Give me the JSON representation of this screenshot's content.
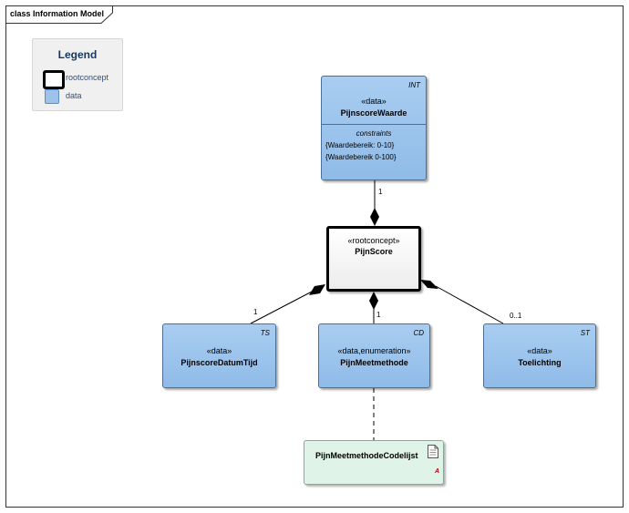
{
  "diagram_title": "class Information Model",
  "legend": {
    "title": "Legend",
    "items": [
      {
        "label": "rootconcept"
      },
      {
        "label": "data"
      }
    ]
  },
  "classes": {
    "pijnscore_waarde": {
      "type_tag": "INT",
      "stereotype": "«data»",
      "name": "PijnscoreWaarde",
      "compartment_title": "constraints",
      "constraints": [
        "{Waardebereik: 0-10}",
        "{Waardebereik 0-100}"
      ]
    },
    "pijnscore": {
      "stereotype": "«rootconcept»",
      "name": "PijnScore"
    },
    "pijnscore_datum_tijd": {
      "type_tag": "TS",
      "stereotype": "«data»",
      "name": "PijnscoreDatumTijd"
    },
    "pijn_meetmethode": {
      "type_tag": "CD",
      "stereotype": "«data,enumeration»",
      "name": "PijnMeetmethode"
    },
    "toelichting": {
      "type_tag": "ST",
      "stereotype": "«data»",
      "name": "Toelichting"
    },
    "pijn_meetmethode_codelijst": {
      "name": "PijnMeetmethodeCodelijst",
      "icon_letter": "A"
    }
  },
  "multiplicities": {
    "waarde": "1",
    "datum_tijd": "1",
    "meetmethode": "1",
    "toelichting": "0..1"
  },
  "colors": {
    "data_fill": "#9dc3ea",
    "root_fill": "#f2f2f2",
    "codelist_fill": "#dff3e8",
    "legend_title": "#17375e"
  }
}
